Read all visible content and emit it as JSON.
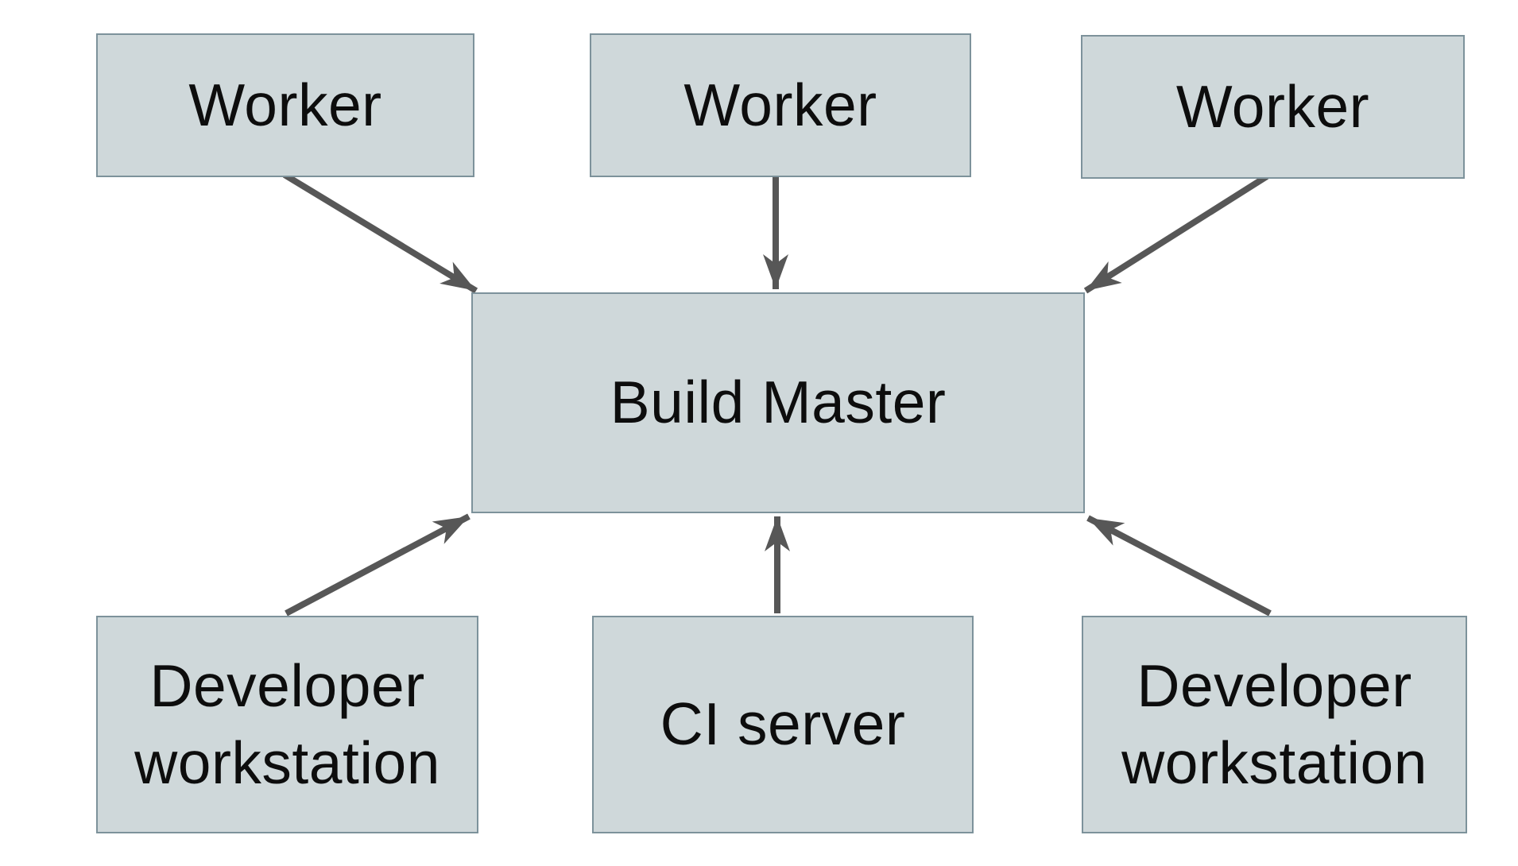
{
  "diagram": {
    "background_color": "#ffffff",
    "node_fill_color": "#cfd8da",
    "node_border_color": "#7d929b",
    "node_text_color": "#0d0d0d",
    "arrow_color": "#575757",
    "nodes": {
      "worker_top_left": {
        "label": "Worker"
      },
      "worker_top_center": {
        "label": "Worker"
      },
      "worker_top_right": {
        "label": "Worker"
      },
      "build_master": {
        "label": "Build Master"
      },
      "developer_workstation_left": {
        "label": "Developer workstation"
      },
      "ci_server": {
        "label": "CI server"
      },
      "developer_workstation_right": {
        "label": "Developer workstation"
      }
    },
    "edges": [
      {
        "from": "worker_top_left",
        "to": "build_master"
      },
      {
        "from": "worker_top_center",
        "to": "build_master"
      },
      {
        "from": "worker_top_right",
        "to": "build_master"
      },
      {
        "from": "developer_workstation_left",
        "to": "build_master"
      },
      {
        "from": "ci_server",
        "to": "build_master"
      },
      {
        "from": "developer_workstation_right",
        "to": "build_master"
      }
    ]
  }
}
